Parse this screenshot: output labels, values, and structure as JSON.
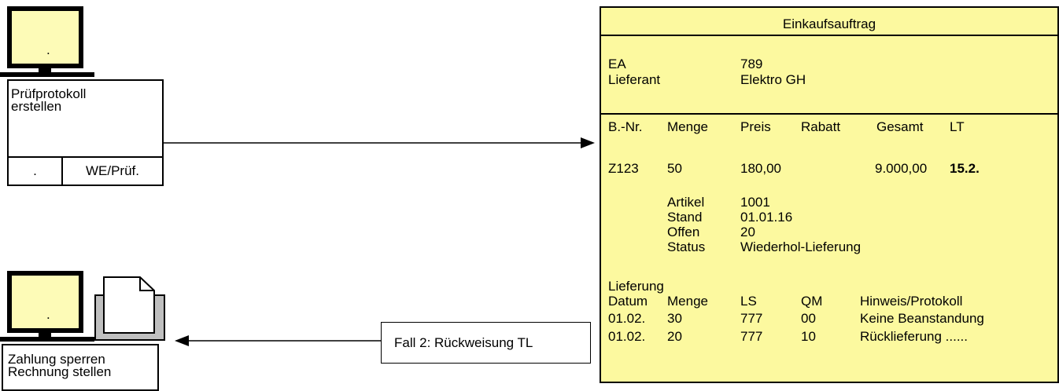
{
  "top_workstation": {
    "screen_text": ".",
    "box_title": "Prüfprotokoll\nerstellen",
    "footer_left": ".",
    "footer_right": "WE/Prüf."
  },
  "bottom_workstation": {
    "screen_text": ".",
    "box_line1": "Zahlung sperren",
    "box_line2": "Rechnung stellen"
  },
  "callout": {
    "label": "Fall 2: Rückweisung TL"
  },
  "order": {
    "title": "Einkaufsauftrag",
    "ea_label": "EA",
    "ea_value": "789",
    "supplier_label": "Lieferant",
    "supplier_value": "Elektro GH",
    "columns": [
      "B.-Nr.",
      "Menge",
      "Preis",
      "Rabatt",
      "Gesamt",
      "LT"
    ],
    "row": {
      "nr": "Z123",
      "menge": "50",
      "preis": "180,00",
      "gesamt": "9.000,00",
      "lt": "15.2."
    },
    "details": [
      {
        "label": "Artikel",
        "value": "1001"
      },
      {
        "label": "Stand",
        "value": "01.01.16"
      },
      {
        "label": "Offen",
        "value": "20"
      },
      {
        "label": "Status",
        "value": "Wiederhol-Lieferung"
      }
    ],
    "delivery": {
      "title": "Lieferung",
      "columns": [
        "Datum",
        "Menge",
        "LS",
        "QM",
        "Hinweis/Protokoll"
      ],
      "rows": [
        [
          "01.02.",
          "30",
          "777",
          "00",
          "Keine Beanstandung"
        ],
        [
          "01.02.",
          "20",
          "777",
          "10",
          "Rücklieferung ......"
        ]
      ]
    }
  }
}
